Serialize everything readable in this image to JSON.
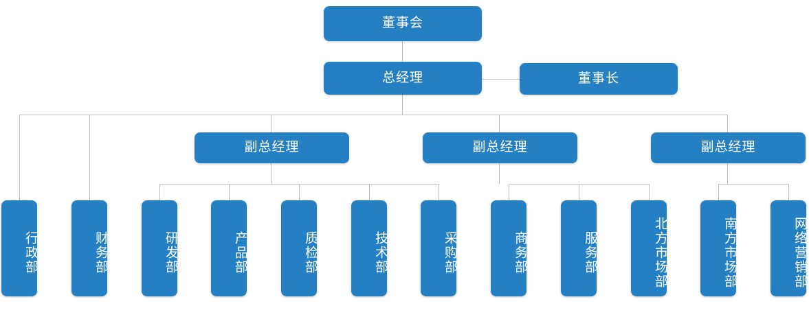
{
  "chart_data": {
    "type": "diagram",
    "diagram_type": "organization-chart",
    "title": "",
    "orientation": "top-down",
    "colors": {
      "node_fill": "#2580c3",
      "node_text": "#ffffff",
      "connector": "#bfbfbf",
      "background": "#ffffff"
    },
    "levels": [
      {
        "level": 1,
        "labels": [
          "董事会"
        ]
      },
      {
        "level": 2,
        "labels": [
          "总经理",
          "董事长"
        ]
      },
      {
        "level": 3,
        "labels": [
          "副总经理",
          "副总经理",
          "副总经理"
        ]
      },
      {
        "level": 4,
        "labels": [
          "行政部",
          "财务部",
          "研发部",
          "产品部",
          "质检部",
          "技术部",
          "采购部",
          "商务部",
          "服务部",
          "北方市场部",
          "南方市场部",
          "网络营销部"
        ]
      }
    ],
    "edges": [
      {
        "from": "董事会",
        "to": "总经理"
      },
      {
        "from": "总经理",
        "to": "董事长",
        "style": "lateral"
      },
      {
        "from": "总经理",
        "to": "副总经理-1"
      },
      {
        "from": "总经理",
        "to": "副总经理-2"
      },
      {
        "from": "总经理",
        "to": "副总经理-3"
      },
      {
        "from": "总经理",
        "to": "行政部"
      },
      {
        "from": "总经理",
        "to": "财务部"
      },
      {
        "from": "副总经理-1",
        "to": "研发部"
      },
      {
        "from": "副总经理-1",
        "to": "产品部"
      },
      {
        "from": "副总经理-1",
        "to": "质检部"
      },
      {
        "from": "副总经理-1",
        "to": "技术部"
      },
      {
        "from": "副总经理-1",
        "to": "采购部"
      },
      {
        "from": "副总经理-2",
        "to": "商务部"
      },
      {
        "from": "副总经理-2",
        "to": "服务部"
      },
      {
        "from": "副总经理-2",
        "to": "北方市场部"
      },
      {
        "from": "副总经理-3",
        "to": "南方市场部"
      },
      {
        "from": "副总经理-3",
        "to": "网络营销部"
      }
    ]
  },
  "nodes": {
    "board": {
      "label": "董事会"
    },
    "general_manager": {
      "label": "总经理"
    },
    "chairman": {
      "label": "董事长"
    },
    "vp1": {
      "label": "副总经理"
    },
    "vp2": {
      "label": "副总经理"
    },
    "vp3": {
      "label": "副总经理"
    },
    "departments": [
      {
        "label": "行政部"
      },
      {
        "label": "财务部"
      },
      {
        "label": "研发部"
      },
      {
        "label": "产品部"
      },
      {
        "label": "质检部"
      },
      {
        "label": "技术部"
      },
      {
        "label": "采购部"
      },
      {
        "label": "商务部"
      },
      {
        "label": "服务部"
      },
      {
        "label": "北方市场部"
      },
      {
        "label": "南方市场部"
      },
      {
        "label": "网络营销部"
      }
    ]
  }
}
